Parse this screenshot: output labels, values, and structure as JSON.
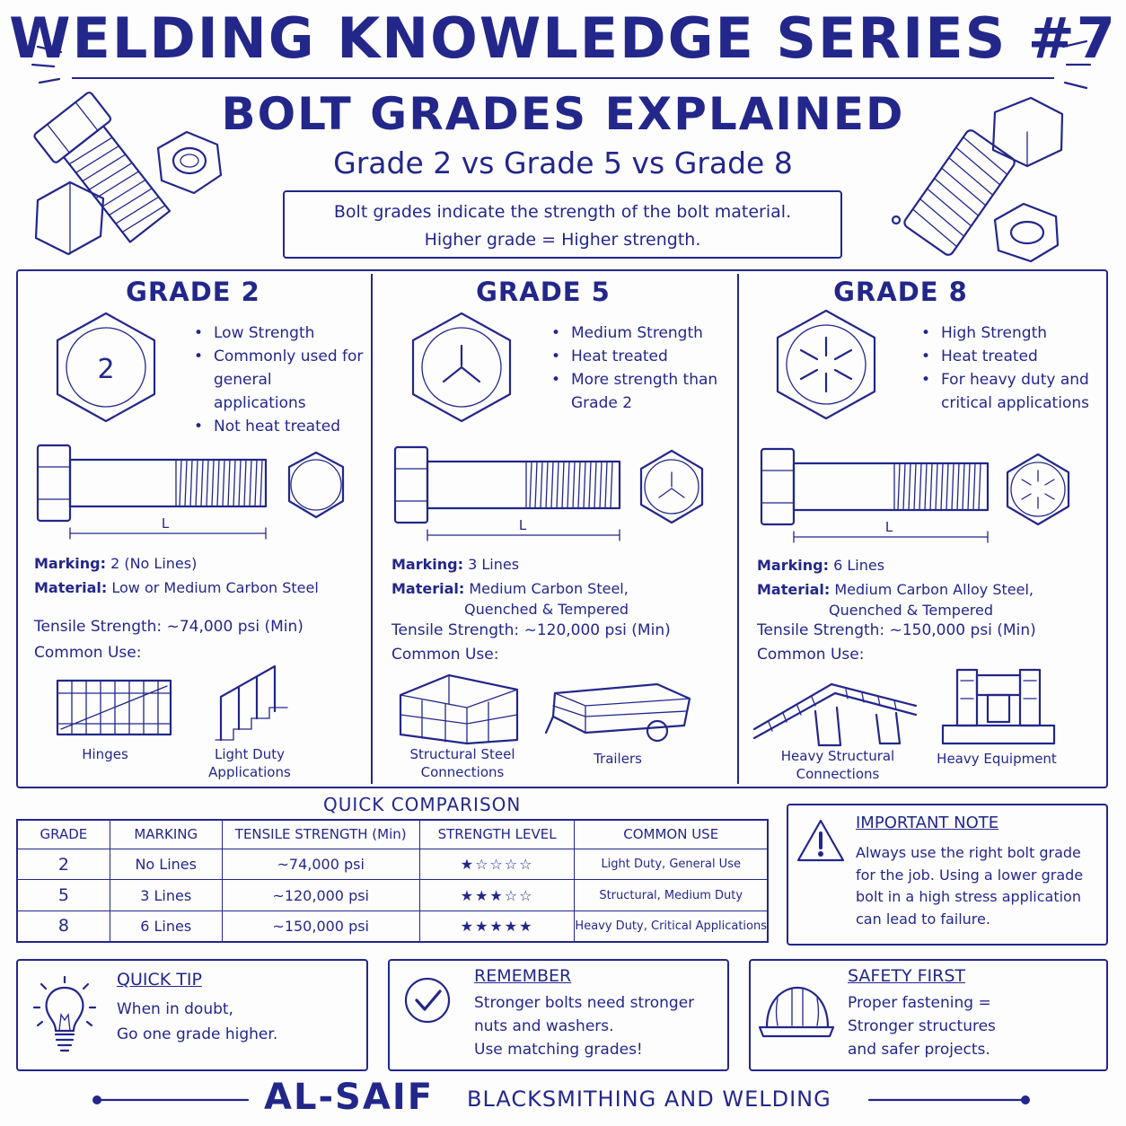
{
  "header": {
    "title": "WELDING KNOWLEDGE SERIES #7",
    "subtitle": "BOLT GRADES EXPLAINED",
    "comparison": "Grade 2 vs Grade 5 vs Grade 8",
    "intro_line1": "Bolt grades indicate the strength of the bolt material.",
    "intro_line2": "Higher grade = Higher strength."
  },
  "grades": [
    {
      "title": "GRADE 2",
      "head_mark": "2",
      "bullets": [
        "Low Strength",
        "Commonly used for general applications",
        "Not heat treated"
      ],
      "length_label": "L",
      "marking_label": "Marking:",
      "marking_value": "2 (No Lines)",
      "material_label": "Material:",
      "material_value": "Low or Medium Carbon Steel",
      "material_value2": "",
      "tensile_label": "Tensile Strength:",
      "tensile_value": "~74,000 psi (Min)",
      "use_label": "Common Use:",
      "uses": [
        "Hinges",
        "Light Duty Applications"
      ]
    },
    {
      "title": "GRADE 5",
      "bullets": [
        "Medium Strength",
        "Heat treated",
        "More strength than Grade 2"
      ],
      "length_label": "L",
      "marking_label": "Marking:",
      "marking_value": "3 Lines",
      "material_label": "Material:",
      "material_value": "Medium Carbon Steel,",
      "material_value2": "Quenched & Tempered",
      "tensile_label": "Tensile Strength:",
      "tensile_value": "~120,000 psi (Min)",
      "use_label": "Common Use:",
      "uses": [
        "Structural Steel Connections",
        "Trailers"
      ]
    },
    {
      "title": "GRADE 8",
      "bullets": [
        "High Strength",
        "Heat treated",
        "For heavy duty and critical applications"
      ],
      "length_label": "L",
      "marking_label": "Marking:",
      "marking_value": "6 Lines",
      "material_label": "Material:",
      "material_value": "Medium Carbon Alloy Steel,",
      "material_value2": "Quenched & Tempered",
      "tensile_label": "Tensile Strength:",
      "tensile_value": "~150,000 psi (Min)",
      "use_label": "Common Use:",
      "uses": [
        "Heavy Structural Connections",
        "Heavy Equipment"
      ]
    }
  ],
  "quick_comparison": {
    "title": "QUICK COMPARISON",
    "headers": [
      "GRADE",
      "MARKING",
      "TENSILE STRENGTH (Min)",
      "STRENGTH LEVEL",
      "COMMON USE"
    ],
    "rows": [
      {
        "grade": "2",
        "marking": "No Lines",
        "tensile": "~74,000 psi",
        "stars": 1,
        "use": "Light Duty, General Use"
      },
      {
        "grade": "5",
        "marking": "3 Lines",
        "tensile": "~120,000 psi",
        "stars": 3,
        "use": "Structural, Medium Duty"
      },
      {
        "grade": "8",
        "marking": "6 Lines",
        "tensile": "~150,000 psi",
        "stars": 5,
        "use": "Heavy Duty, Critical Applications"
      }
    ],
    "star_max": 5
  },
  "important_note": {
    "title": "IMPORTANT NOTE",
    "text": "Always use the right bolt grade for the job. Using a lower grade bolt in a high stress application can lead to failure.",
    "icon": "warning-icon"
  },
  "tips": [
    {
      "title": "QUICK TIP",
      "line1": "When in doubt,",
      "line2": "Go one grade higher.",
      "line3": "",
      "icon": "lightbulb-icon"
    },
    {
      "title": "REMEMBER",
      "line1": "Stronger bolts need stronger",
      "line2": "nuts and washers.",
      "line3": "Use matching grades!",
      "icon": "checkmark-icon"
    },
    {
      "title": "SAFETY FIRST",
      "line1": "Proper fastening =",
      "line2": "Stronger structures",
      "line3": "and safer projects.",
      "icon": "hard-hat-icon"
    }
  ],
  "footer": {
    "brand": "AL-SAIF",
    "tagline": "BLACKSMITHING AND WELDING"
  },
  "colors": {
    "ink": "#23278a",
    "paper": "#fdfdfe"
  }
}
